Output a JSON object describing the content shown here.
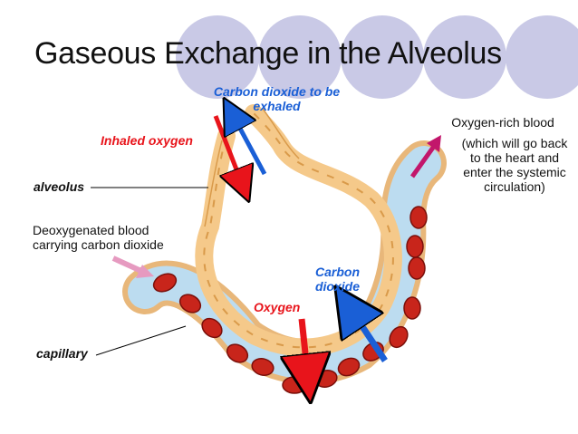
{
  "title": "Gaseous Exchange in the Alveolus",
  "labels": {
    "co2_exhaled": "Carbon dioxide to be exhaled",
    "inhaled_oxygen": "Inhaled oxygen",
    "alveolus": "alveolus",
    "deoxygenated_blood": "Deoxygenated blood carrying carbon dioxide",
    "oxygen_rich_blood": "Oxygen-rich blood",
    "oxygen_rich_note": "(which will go back to the heart and enter the systemic circulation)",
    "carbon_dioxide": "Carbon dioxide",
    "oxygen": "Oxygen",
    "capillary": "capillary"
  },
  "colors": {
    "title_circles": "#c9c9e6",
    "oxygen_arrow": "#e8141b",
    "co2_arrow": "#1a5fd6",
    "blood_flow_in_arrow": "#e69ac0",
    "blood_flow_out_arrow": "#c2166b",
    "alveolar_wall": "#f5c98a",
    "capillary_plasma": "#bcdcf0",
    "red_blood_cell": "#c8251b"
  }
}
